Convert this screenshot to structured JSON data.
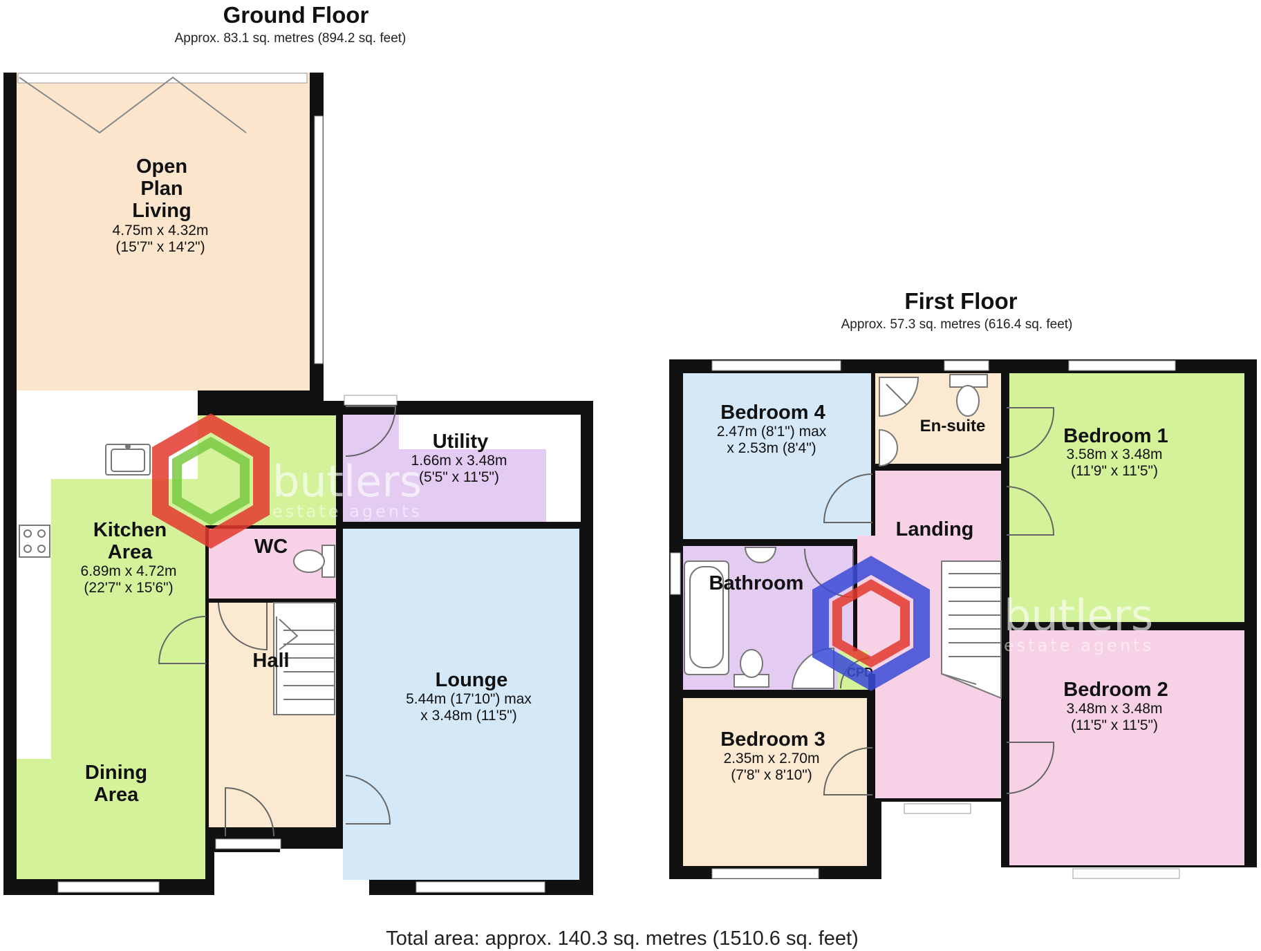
{
  "ground_floor": {
    "title": "Ground Floor",
    "area": "Approx. 83.1 sq. metres (894.2 sq. feet)",
    "rooms": {
      "open_plan_living": {
        "name_1": "Open",
        "name_2": "Plan",
        "name_3": "Living",
        "dim_1": "4.75m x 4.32m",
        "dim_2": "(15'7\" x 14'2\")"
      },
      "kitchen": {
        "name_1": "Kitchen",
        "name_2": "Area",
        "dim_1": "6.89m x 4.72m",
        "dim_2": "(22'7\" x 15'6\")"
      },
      "dining": {
        "name_1": "Dining",
        "name_2": "Area"
      },
      "utility": {
        "name": "Utility",
        "dim_1": "1.66m x 3.48m",
        "dim_2": "(5'5\" x 11'5\")"
      },
      "wc": {
        "name": "WC"
      },
      "hall": {
        "name": "Hall"
      },
      "lounge": {
        "name": "Lounge",
        "dim_1": "5.44m (17'10\") max",
        "dim_2": "x 3.48m (11'5\")"
      }
    }
  },
  "first_floor": {
    "title": "First Floor",
    "area": "Approx. 57.3 sq. metres (616.4 sq. feet)",
    "rooms": {
      "bedroom4": {
        "name": "Bedroom 4",
        "dim_1": "2.47m (8'1\") max",
        "dim_2": "x 2.53m (8'4\")"
      },
      "ensuite": {
        "name": "En-suite"
      },
      "bedroom1": {
        "name": "Bedroom 1",
        "dim_1": "3.58m x 3.48m",
        "dim_2": "(11'9\" x 11'5\")"
      },
      "landing": {
        "name": "Landing"
      },
      "bathroom": {
        "name": "Bathroom"
      },
      "cpd": {
        "name": "CPD"
      },
      "bedroom2": {
        "name": "Bedroom 2",
        "dim_1": "3.48m x 3.48m",
        "dim_2": "(11'5\" x 11'5\")"
      },
      "bedroom3": {
        "name": "Bedroom 3",
        "dim_1": "2.35m x 2.70m",
        "dim_2": "(7'8\" x 8'10\")"
      }
    }
  },
  "total_area": "Total area: approx. 140.3 sq. metres (1510.6 sq. feet)",
  "watermark": {
    "brand": "butlers",
    "tagline": "estate agents"
  },
  "colors": {
    "wall": "#111111",
    "open_plan": "#fbe6cd",
    "kitchen": "#d4f29a",
    "utility": "#e3cbf2",
    "wc": "#f7d2e7",
    "hall": "#fbe9d1",
    "lounge": "#d4e8f7",
    "bedroom4": "#d4e8f7",
    "ensuite": "#fbe9d1",
    "bedroom1": "#d4f29a",
    "landing": "#f7d2e7",
    "bathroom": "#e3cbf2",
    "bedroom2": "#f7d2e7",
    "bedroom3": "#fbe9d1"
  }
}
